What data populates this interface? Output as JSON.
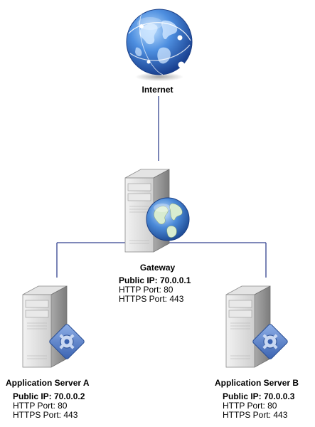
{
  "internet": {
    "label": "Internet"
  },
  "gateway": {
    "label": "Gateway",
    "public_ip": "Public IP: 70.0.0.1",
    "http": "HTTP Port: 80",
    "https": "HTTPS Port: 443"
  },
  "server_a": {
    "label": "Application Server A",
    "public_ip": "Public IP: 70.0.0.2",
    "http": "HTTP Port: 80",
    "https": "HTTPS Port: 443"
  },
  "server_b": {
    "label": "Application Server B",
    "public_ip": "Public IP: 70.0.0.3",
    "http": "HTTP Port: 80",
    "https": "HTTPS Port: 443"
  },
  "colors": {
    "connector": "#33418f",
    "globe": "#2f6fc8",
    "server_body": "#d9d9d9"
  },
  "icons": {
    "internet": "globe-icon",
    "gateway": "server-globe-icon",
    "server": "server-gear-icon"
  }
}
